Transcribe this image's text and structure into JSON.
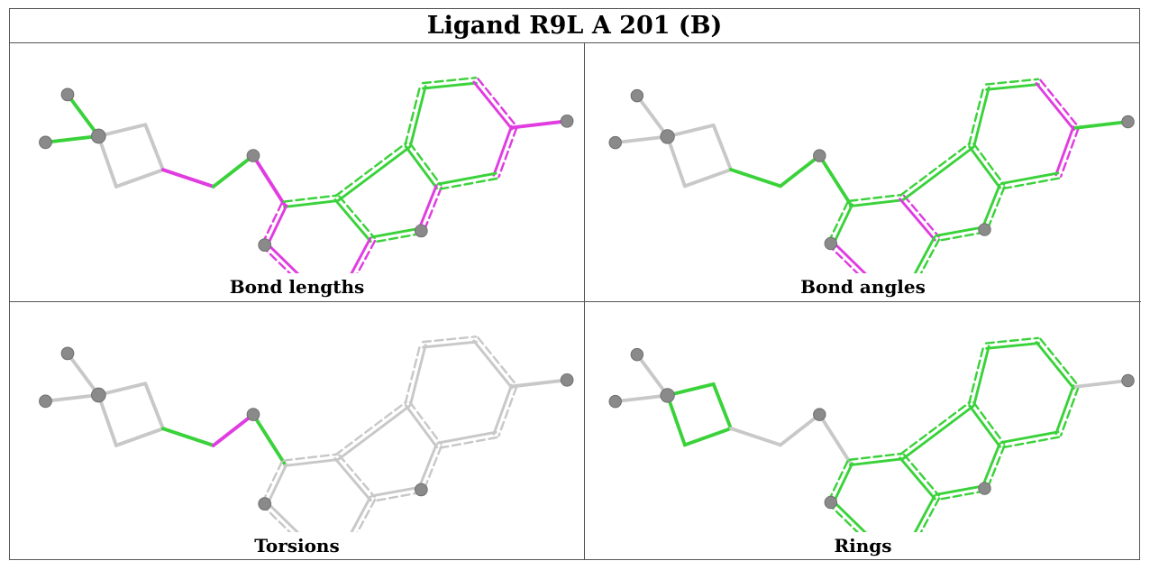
{
  "title": "Ligand R9L A 201 (B)",
  "colors": {
    "grey": "#c8c8c8",
    "green": "#3ad23a",
    "magenta": "#e03ce0",
    "atom": "#8a8a8a"
  },
  "panels": [
    {
      "caption": "Bond lengths"
    },
    {
      "caption": "Bond angles"
    },
    {
      "caption": "Torsions"
    },
    {
      "caption": "Rings"
    }
  ]
}
